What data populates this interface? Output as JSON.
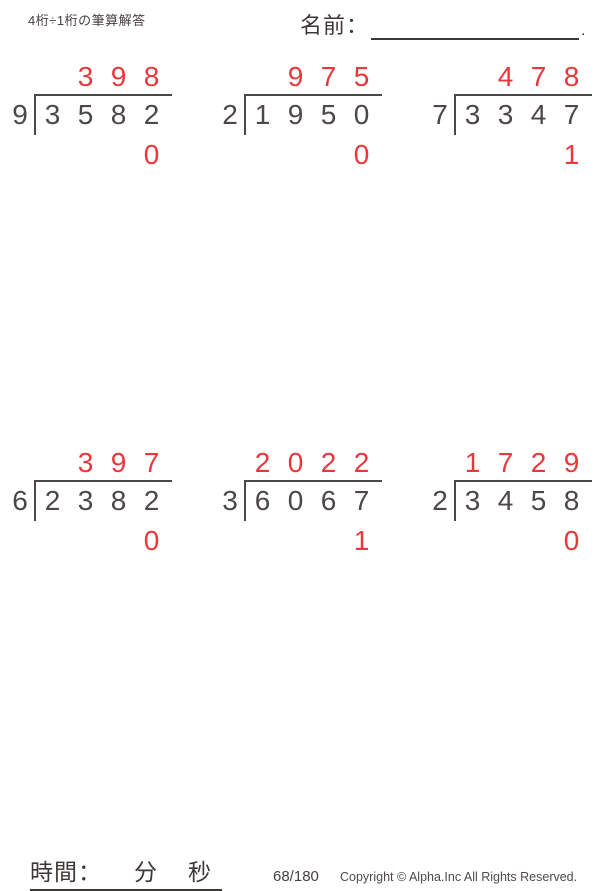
{
  "header": {
    "worksheet_title": "4桁÷1桁の筆算解答",
    "name_label": "名前：",
    "name_suffix": "."
  },
  "problems": [
    {
      "divisor": "9",
      "dividend": [
        "3",
        "5",
        "8",
        "2"
      ],
      "quotient": [
        "",
        "3",
        "9",
        "8"
      ],
      "remainder": [
        "",
        "",
        "",
        "0"
      ]
    },
    {
      "divisor": "2",
      "dividend": [
        "1",
        "9",
        "5",
        "0"
      ],
      "quotient": [
        "",
        "9",
        "7",
        "5"
      ],
      "remainder": [
        "",
        "",
        "",
        "0"
      ]
    },
    {
      "divisor": "7",
      "dividend": [
        "3",
        "3",
        "4",
        "7"
      ],
      "quotient": [
        "",
        "4",
        "7",
        "8"
      ],
      "remainder": [
        "",
        "",
        "",
        "1"
      ]
    },
    {
      "divisor": "6",
      "dividend": [
        "2",
        "3",
        "8",
        "2"
      ],
      "quotient": [
        "",
        "3",
        "9",
        "7"
      ],
      "remainder": [
        "",
        "",
        "",
        "0"
      ]
    },
    {
      "divisor": "3",
      "dividend": [
        "6",
        "0",
        "6",
        "7"
      ],
      "quotient": [
        "2",
        "0",
        "2",
        "2"
      ],
      "remainder": [
        "",
        "",
        "",
        "1"
      ]
    },
    {
      "divisor": "2",
      "dividend": [
        "3",
        "4",
        "5",
        "8"
      ],
      "quotient": [
        "1",
        "7",
        "2",
        "9"
      ],
      "remainder": [
        "",
        "",
        "",
        "0"
      ]
    }
  ],
  "footer": {
    "time_label": "時間：",
    "minutes_label": "分",
    "seconds_label": "秒",
    "page_number": "68/180",
    "copyright": "Copyright © Alpha.Inc All Rights Reserved."
  },
  "colors": {
    "answer_red": "#e8383d",
    "text_dark": "#4c4846"
  }
}
